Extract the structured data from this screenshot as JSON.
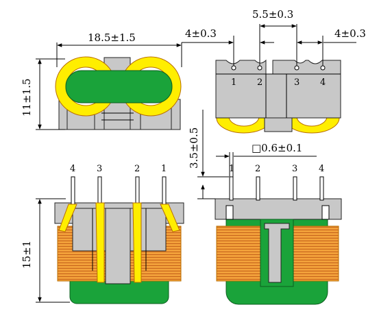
{
  "dimensions": {
    "width": "18.5±1.5",
    "height_top": "11±1.5",
    "pin_gap_left": "4±0.3",
    "pin_pitch_mid": "5.5±0.3",
    "pin_gap_right": "4±0.3",
    "standoff": "3.5±0.5",
    "pin_square": "□0.6±0.1",
    "body_height": "15±1"
  },
  "front_view_pins": [
    "4",
    "3",
    "2",
    "1"
  ],
  "top_view_pins": [
    "1",
    "2",
    "3",
    "4"
  ],
  "side_view_pins": [
    "1",
    "2",
    "3",
    "4"
  ],
  "colors": {
    "core": "#1aa33a",
    "bobbin": "#c8c8c8",
    "wire": "#ffee00",
    "winding": "#f2a03a"
  }
}
